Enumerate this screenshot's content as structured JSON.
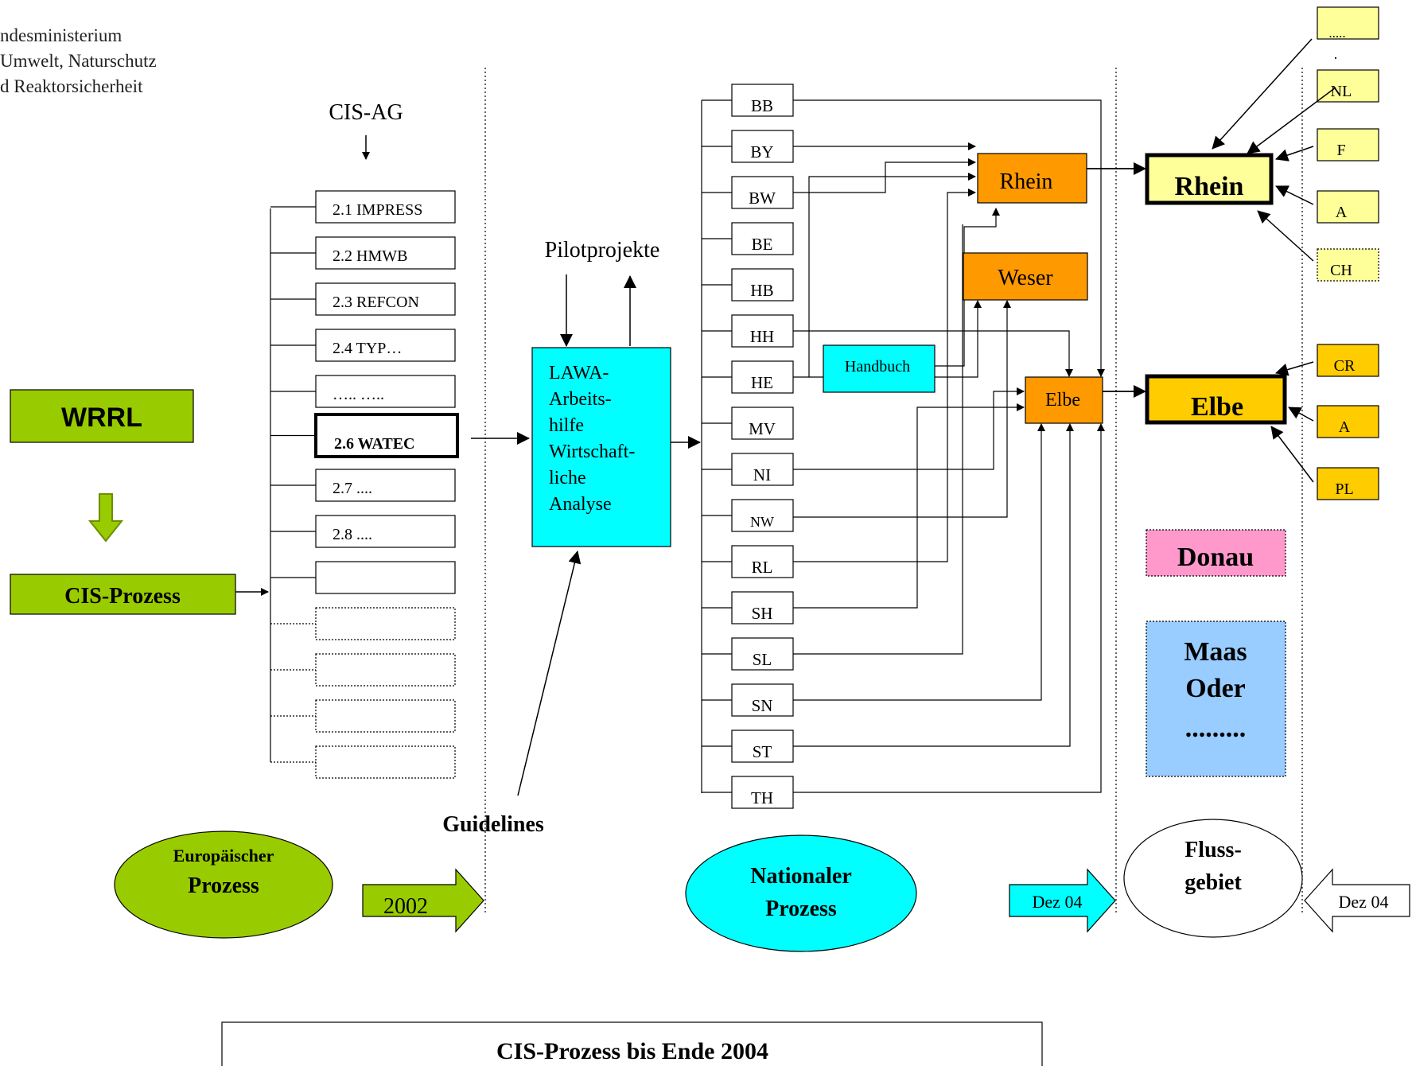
{
  "header": {
    "ministry_lines": [
      "ndesministerium",
      "Umwelt, Naturschutz",
      "d Reaktorsicherheit"
    ]
  },
  "european": {
    "wrrl": "WRRL",
    "cis_prozess": "CIS-Prozess",
    "cis_ag": "CIS-AG",
    "working_groups": [
      {
        "label": "2.1 IMPRESS",
        "style": "solid"
      },
      {
        "label": "2.2 HMWB",
        "style": "solid"
      },
      {
        "label": "2.3 REFCON",
        "style": "solid"
      },
      {
        "label": "2.4 TYP…",
        "style": "solid"
      },
      {
        "label": "….. …..",
        "style": "solid"
      },
      {
        "label": "2.6 WATEC",
        "style": "bold"
      },
      {
        "label": "2.7 ....",
        "style": "solid"
      },
      {
        "label": "2.8 ....",
        "style": "solid"
      },
      {
        "label": "",
        "style": "solid"
      },
      {
        "label": "",
        "style": "dotted"
      },
      {
        "label": "",
        "style": "dotted"
      },
      {
        "label": "",
        "style": "dotted"
      },
      {
        "label": "",
        "style": "dotted"
      }
    ],
    "ellipse_line1": "Europäischer",
    "ellipse_line2": "Prozess",
    "year_arrow": "2002",
    "guidelines": "Guidelines"
  },
  "lawa": {
    "pilotprojekte": "Pilotprojekte",
    "lines": [
      "LAWA-",
      "Arbeits-",
      "hilfe",
      "Wirtschaft-",
      "liche",
      "Analyse"
    ]
  },
  "national": {
    "states": [
      "BB",
      "BY",
      "BW",
      "BE",
      "HB",
      "HH",
      "HE",
      "MV",
      "NI",
      "NW",
      "RL",
      "SH",
      "SL",
      "SN",
      "ST",
      "TH"
    ],
    "handbuch": "Handbuch",
    "rivers": {
      "rhein": "Rhein",
      "weser": "Weser",
      "elbe": "Elbe"
    },
    "ellipse_line1": "Nationaler",
    "ellipse_line2": "Prozess",
    "arrow": "Dez 04"
  },
  "flussgebiet": {
    "rhein": "Rhein",
    "elbe": "Elbe",
    "donau": "Donau",
    "others": [
      "Maas",
      "Oder",
      "........."
    ],
    "ellipse_line1": "Fluss-",
    "ellipse_line2": "gebiet"
  },
  "international": {
    "top_dots": ".....",
    "dot": ".",
    "rhein_countries": [
      "NL",
      "F",
      "A",
      "CH"
    ],
    "elbe_countries": [
      "CR",
      "A",
      "PL"
    ],
    "arrow": "Dez 04"
  },
  "footer": {
    "title": "CIS-Prozess bis Ende 2004"
  },
  "colors": {
    "green": "#99cc00",
    "cyan": "#00ffff",
    "orange": "#ff9900",
    "yellow": "#ffff99",
    "gold": "#ffcc00",
    "pink": "#ff99cc",
    "lightblue": "#99ccff"
  }
}
